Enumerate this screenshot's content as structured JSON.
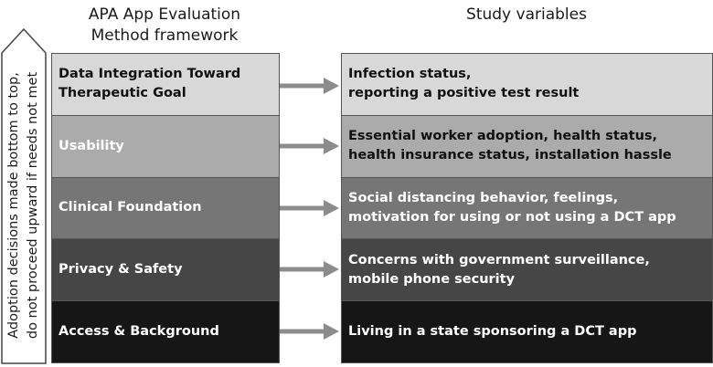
{
  "headers": {
    "left": "APA App Evaluation\nMethod framework",
    "right": "Study variables"
  },
  "side_label": {
    "line1": "Adoption decisions made bottom to top,",
    "line2": "do not proceed upward if needs not met"
  },
  "framework_levels": [
    {
      "label": "Data Integration Toward\nTherapeutic Goal",
      "variables": "Infection status,\nreporting a positive test result"
    },
    {
      "label": "Usability",
      "variables": "Essential worker adoption, health status,\nhealth insurance status, installation hassle"
    },
    {
      "label": "Clinical Foundation",
      "variables": "Social distancing behavior, feelings,\nmotivation for using or not using a DCT app"
    },
    {
      "label": "Privacy & Safety",
      "variables": "Concerns with government surveillance,\nmobile phone security"
    },
    {
      "label": "Access & Background",
      "variables": "Living in a state sponsoring a DCT app"
    }
  ],
  "colors": {
    "arrow": "#8c8c8c",
    "side_arrow_fill": "#ffffff",
    "side_arrow_stroke": "#444444"
  }
}
